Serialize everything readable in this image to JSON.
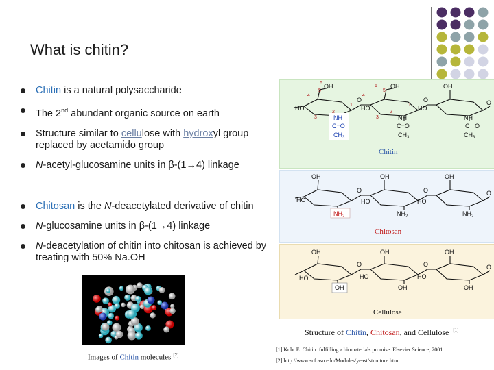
{
  "title": "What is chitin?",
  "bullets": {
    "b1_hl": "Chitin",
    "b1_rest": " is a natural polysaccharide",
    "b2_pre": "The 2",
    "b2_sup": "nd",
    "b2_post": " abundant organic source on earth",
    "b3_pre": "Structure similar to ",
    "b3_cell": "cellu",
    "b3_lose": "lose with ",
    "b3_hyd": "hydrox",
    "b3_post": "yl group replaced by acetamido group",
    "b4_n": "N",
    "b4_rest": "-acetyl-glucosamine units in β-(1→4) linkage",
    "b5_hl": "Chitosan",
    "b5_mid": " is the ",
    "b5_n": "N",
    "b5_post": "-deacetylated derivative of chitin",
    "b6_n": "N",
    "b6_rest": "-glucosamine units in β-(1→4) linkage",
    "b7_n": "N",
    "b7_rest": "-deacetylation of chitin into chitosan is achieved by treating with 50% Na.OH"
  },
  "chem": {
    "oh": "OH",
    "ho": "HO",
    "o": "O",
    "nh": "NH",
    "nh2": "NH",
    "nh2_sub": "2",
    "c_o": "C=O",
    "c": "C",
    "ch3": "CH",
    "ch3_sub": "3",
    "n1": "1",
    "n2": "2",
    "n3": "3",
    "n4": "4",
    "n5": "5",
    "n6": "6",
    "label_chitin": "Chitin",
    "label_chitosan": "Chitosan",
    "label_cellulose": "Cellulose"
  },
  "captions": {
    "structure_pre": "Structure of ",
    "structure_chitin": "Chitin",
    "structure_sep": ", ",
    "structure_chitosan": "Chitosan",
    "structure_post": ", and Cellulose",
    "structure_ref": "[1]",
    "images_pre": "Images of ",
    "images_chitin": "Chitin",
    "images_post": " molecules",
    "images_ref": "[2]",
    "ref1": "[1] Kohr E. Chitin: fulfilling a biomaterials promise. Elsevier Science, 2001",
    "ref2": "[2] http://www.scf.asu.edu/Modules/yeast/structure.htm"
  },
  "colors": {
    "dot_purple": "#4b2d63",
    "dot_gray": "#8ea3a8",
    "dot_olive": "#b6b63a",
    "dot_light": "#d2d4e4"
  }
}
